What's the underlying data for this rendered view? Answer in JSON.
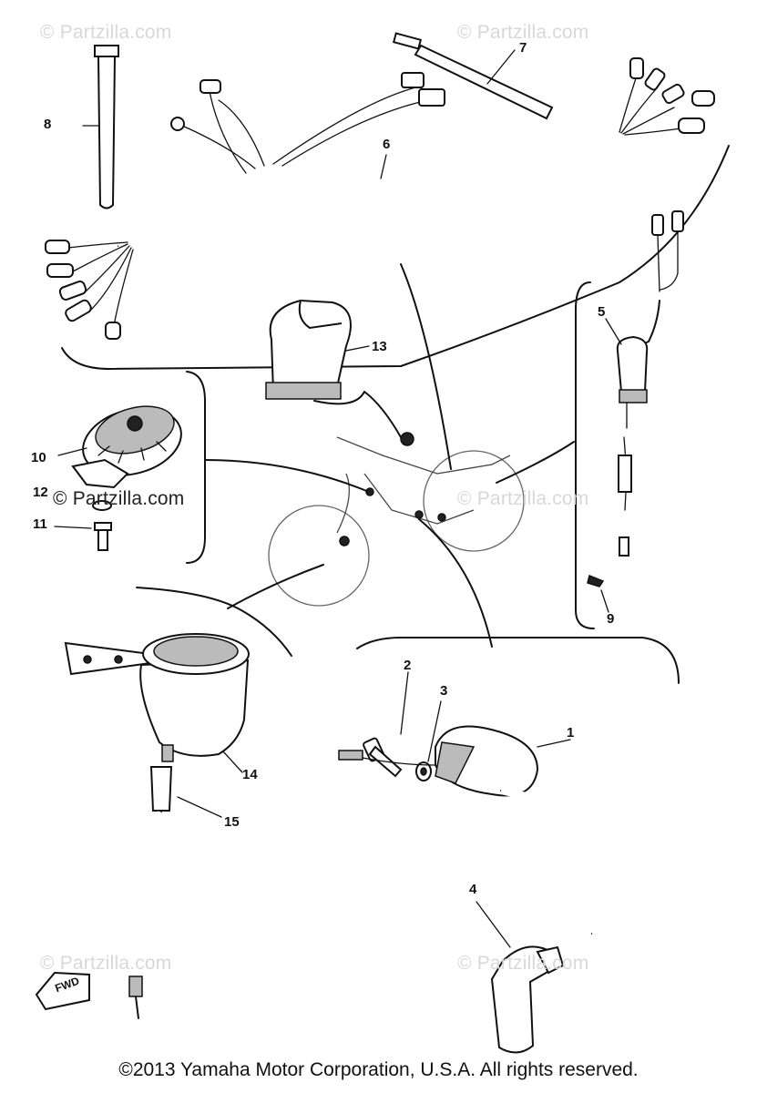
{
  "watermarks": {
    "top_left": "© Partzilla.com",
    "top_right": "© Partzilla.com",
    "mid_left": "© Partzilla.com",
    "mid_right": "© Partzilla.com",
    "bottom_left": "© Partzilla.com",
    "bottom_right": "© Partzilla.com"
  },
  "callouts": {
    "c1": "1",
    "c2": "2",
    "c3": "3",
    "c4": "4",
    "c5": "5",
    "c6": "6",
    "c7": "7",
    "c8": "8",
    "c9": "9",
    "c10": "10",
    "c11": "11",
    "c12": "12",
    "c13": "13",
    "c14": "14",
    "c15": "15"
  },
  "fwd_badge": "FWD",
  "copyright": "©2013  Yamaha Motor Corporation, U.S.A. All rights reserved."
}
